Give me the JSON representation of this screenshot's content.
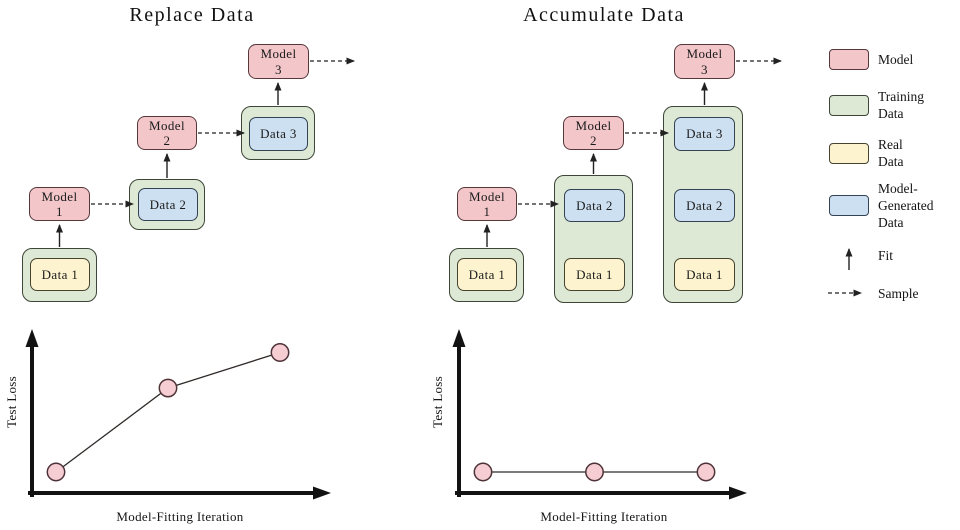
{
  "figure": {
    "panels": [
      {
        "id": "replace",
        "title": "Replace Data",
        "nodes": {
          "model1": "Model\n1",
          "model2": "Model\n2",
          "model3": "Model\n3",
          "set1_data1": "Data 1",
          "set2_data2": "Data 2",
          "set3_data3": "Data 3"
        }
      },
      {
        "id": "accumulate",
        "title": "Accumulate Data",
        "nodes": {
          "model1": "Model\n1",
          "model2": "Model\n2",
          "model3": "Model\n3",
          "set1_data1": "Data 1",
          "set2_data2": "Data 2",
          "set2_data1": "Data 1",
          "set3_data3": "Data 3",
          "set3_data2": "Data 2",
          "set3_data1": "Data 1"
        }
      }
    ],
    "legend": {
      "items": [
        {
          "key": "model",
          "label": "Model"
        },
        {
          "key": "training",
          "label": "Training\nData"
        },
        {
          "key": "real",
          "label": "Real\nData"
        },
        {
          "key": "generated",
          "label": "Model-\nGenerated\nData"
        },
        {
          "key": "fit",
          "label": "Fit"
        },
        {
          "key": "sample",
          "label": "Sample"
        }
      ]
    },
    "colors": {
      "model_fill": "#f3c6ca",
      "model_border": "#56383b",
      "training_fill": "#dde9d4",
      "training_border": "#3d4637",
      "real_fill": "#fdf4cf",
      "real_border": "#47432f",
      "generated_fill": "#cde0f1",
      "generated_border": "#344353",
      "point_fill": "#f5cdd3",
      "point_border": "#4e3338",
      "axis_color": "#121212",
      "line_color": "#2e2a28",
      "arrow_color": "#222222",
      "text_color": "#1b1b1b",
      "background": "#ffffff"
    }
  },
  "chart_data": [
    {
      "type": "line",
      "panel": "Replace Data",
      "panel_id": "replace",
      "xlabel": "Model-Fitting Iteration",
      "ylabel": "Test Loss",
      "x": [
        1,
        2,
        3
      ],
      "y": [
        0.2,
        0.72,
        0.94
      ],
      "marker": "circle",
      "axis_note": "qualitative sketch; no numeric tick labels",
      "trend": "test loss increases with each model-fitting iteration"
    },
    {
      "type": "line",
      "panel": "Accumulate Data",
      "panel_id": "accumulate",
      "xlabel": "Model-Fitting Iteration",
      "ylabel": "Test Loss",
      "x": [
        1,
        2,
        3
      ],
      "y": [
        0.2,
        0.2,
        0.2
      ],
      "marker": "circle",
      "axis_note": "qualitative sketch; no numeric tick labels",
      "trend": "test loss stays flat across model-fitting iterations"
    }
  ]
}
